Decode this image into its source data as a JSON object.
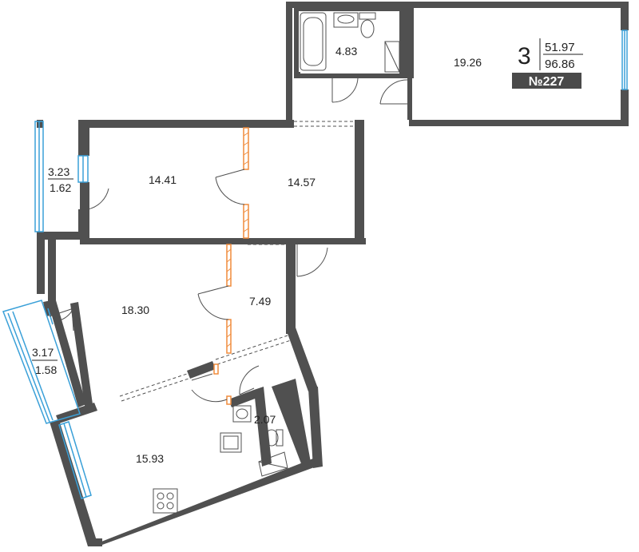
{
  "apartment": {
    "rooms_count": "3",
    "living_area": "51.97",
    "total_area": "96.86",
    "number": "№227"
  },
  "rooms": {
    "bathroom": "4.83",
    "bedroom_top": "19.26",
    "room_left": "14.41",
    "hall": "14.57",
    "balcony_top": "3.23",
    "balcony_top_reduced": "1.62",
    "room_middle": "18.30",
    "corridor": "7.49",
    "balcony_bottom": "3.17",
    "balcony_bottom_reduced": "1.58",
    "wc": "2.07",
    "kitchen": "15.93"
  },
  "colors": {
    "wall": "#505050",
    "window": "#3aa0d8",
    "partition": "#f08c3c",
    "badge": "#4a4a4a"
  }
}
